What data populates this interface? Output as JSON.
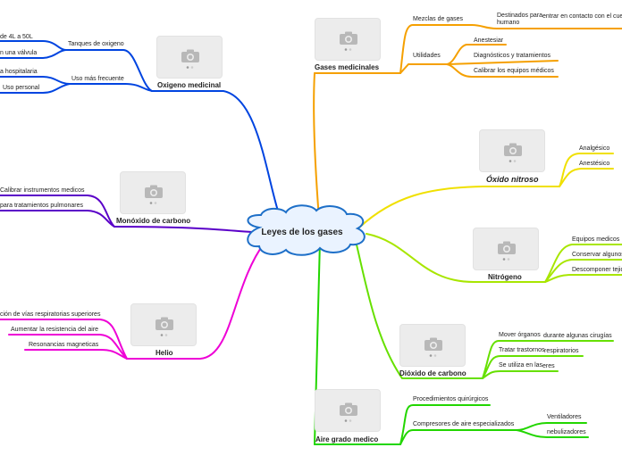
{
  "central": "Leyes de los gases",
  "colors": {
    "gases": "#f5a000",
    "oxido": "#f0e000",
    "nitrogeno": "#a8e600",
    "dioxido": "#66e000",
    "aire": "#22d600",
    "helio": "#ee00d6",
    "monoxido": "#5a00c8",
    "oxigeno": "#0044e0",
    "cloud": "#1d6fc8",
    "cloud_fill": "#eaf3ff"
  },
  "gases": {
    "title": "Gases medicinales",
    "mezclas": "Mezclas de gases",
    "destinados": "Destinados para",
    "destinados2": "humano",
    "contacto": "entrar en contacto con el cue",
    "utilidades": "Utilidades",
    "anestesiar": "Anestesiar",
    "diagnosticos": "Diagnósticos y tratamientos",
    "calibrar": "Calibrar los equipos médicos"
  },
  "oxido": {
    "title": "Óxido nitroso",
    "analgesico": "Analgésico",
    "anestesico": "Anestésico"
  },
  "nitrogeno": {
    "title": "Nitrógeno",
    "equipos": "Equipos medicos",
    "conservar": "Conservar algunos",
    "descomponer": "Descomponer tejido"
  },
  "dioxido": {
    "title": "Dióxido de carbono",
    "mover": "Mover órganos",
    "mover2": "durante algunas cirugías",
    "tratar": "Tratar trastornos",
    "tratar2": "respiratorios",
    "utiliza": "Se utiliza en las",
    "utiliza2": "eres"
  },
  "aire": {
    "title": "Aire grado medico",
    "procedimientos": "Procedimientos quirúrgicos",
    "compresores": "Compresores de aire especializados",
    "ventiladores": "Ventiladores",
    "nebulizadores": "nebulizadores"
  },
  "helio": {
    "title": "Helio",
    "obstruccion": "ción de vías respiratorias superiores",
    "aumentar": "Aumentar la resistencia del aire",
    "resonancias": "Resonancias magneticas"
  },
  "monoxido": {
    "title": "Monóxido de carbono",
    "calibrar": "Calibrar instrumentos medicos",
    "tratamientos": "para tratamientos pulmonares"
  },
  "oxigeno": {
    "title": "Oxigeno medicinal",
    "tanques": "Tanques de oxigeno",
    "litros": "de 4L a 50L",
    "valvula": "n una válvula",
    "uso": "Uso más frecuente",
    "hospitalaria": "a hospitalaria",
    "personal": "Uso personal"
  }
}
